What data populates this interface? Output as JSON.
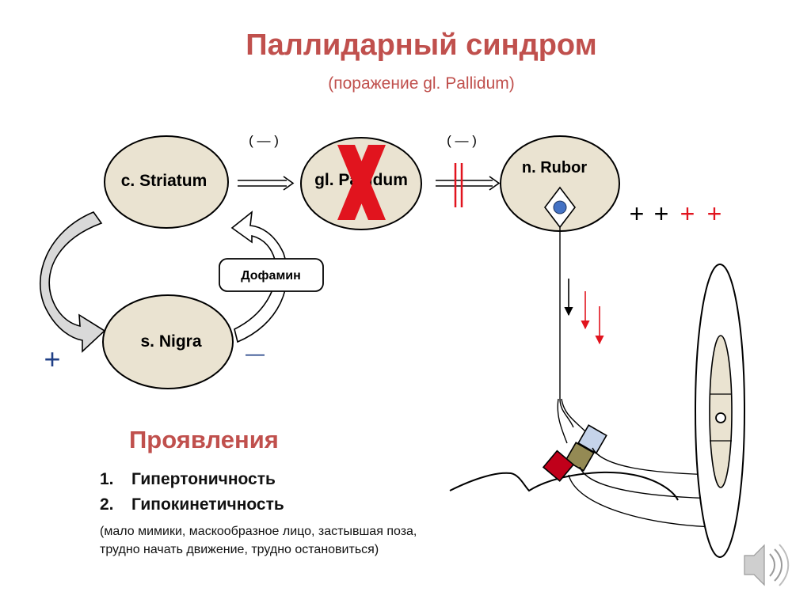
{
  "title": "Паллидарный синдром",
  "subtitle": "(поражение gl. Pallidum)",
  "nodes": {
    "striatum": "c. Striatum",
    "pallidum": "gl. Pallidum",
    "rubor": "n. Rubor",
    "nigra": "s. Nigra"
  },
  "labels": {
    "minus_1": "( — )",
    "minus_2": "( — )",
    "dopamine": "Дофамин",
    "plus_left": "+",
    "minus_right": "—",
    "plus_black_1": "+",
    "plus_black_2": "+",
    "plus_red_1": "+",
    "plus_red_2": "+"
  },
  "manifestations": {
    "heading": "Проявления",
    "items": [
      {
        "num": "1.",
        "text": "Гипертоничность"
      },
      {
        "num": "2.",
        "text": "Гипокинетичность"
      }
    ],
    "note_line1": "(мало мимики, маскообразное лицо, застывшая поза,",
    "note_line2": "трудно начать движение, трудно остановиться)"
  },
  "colors": {
    "ellipse_fill": "#eae3d1",
    "red": "#e1141e",
    "title": "#c0504d"
  },
  "icons": {
    "cross": "red-x-icon",
    "speaker": "speaker-icon"
  }
}
